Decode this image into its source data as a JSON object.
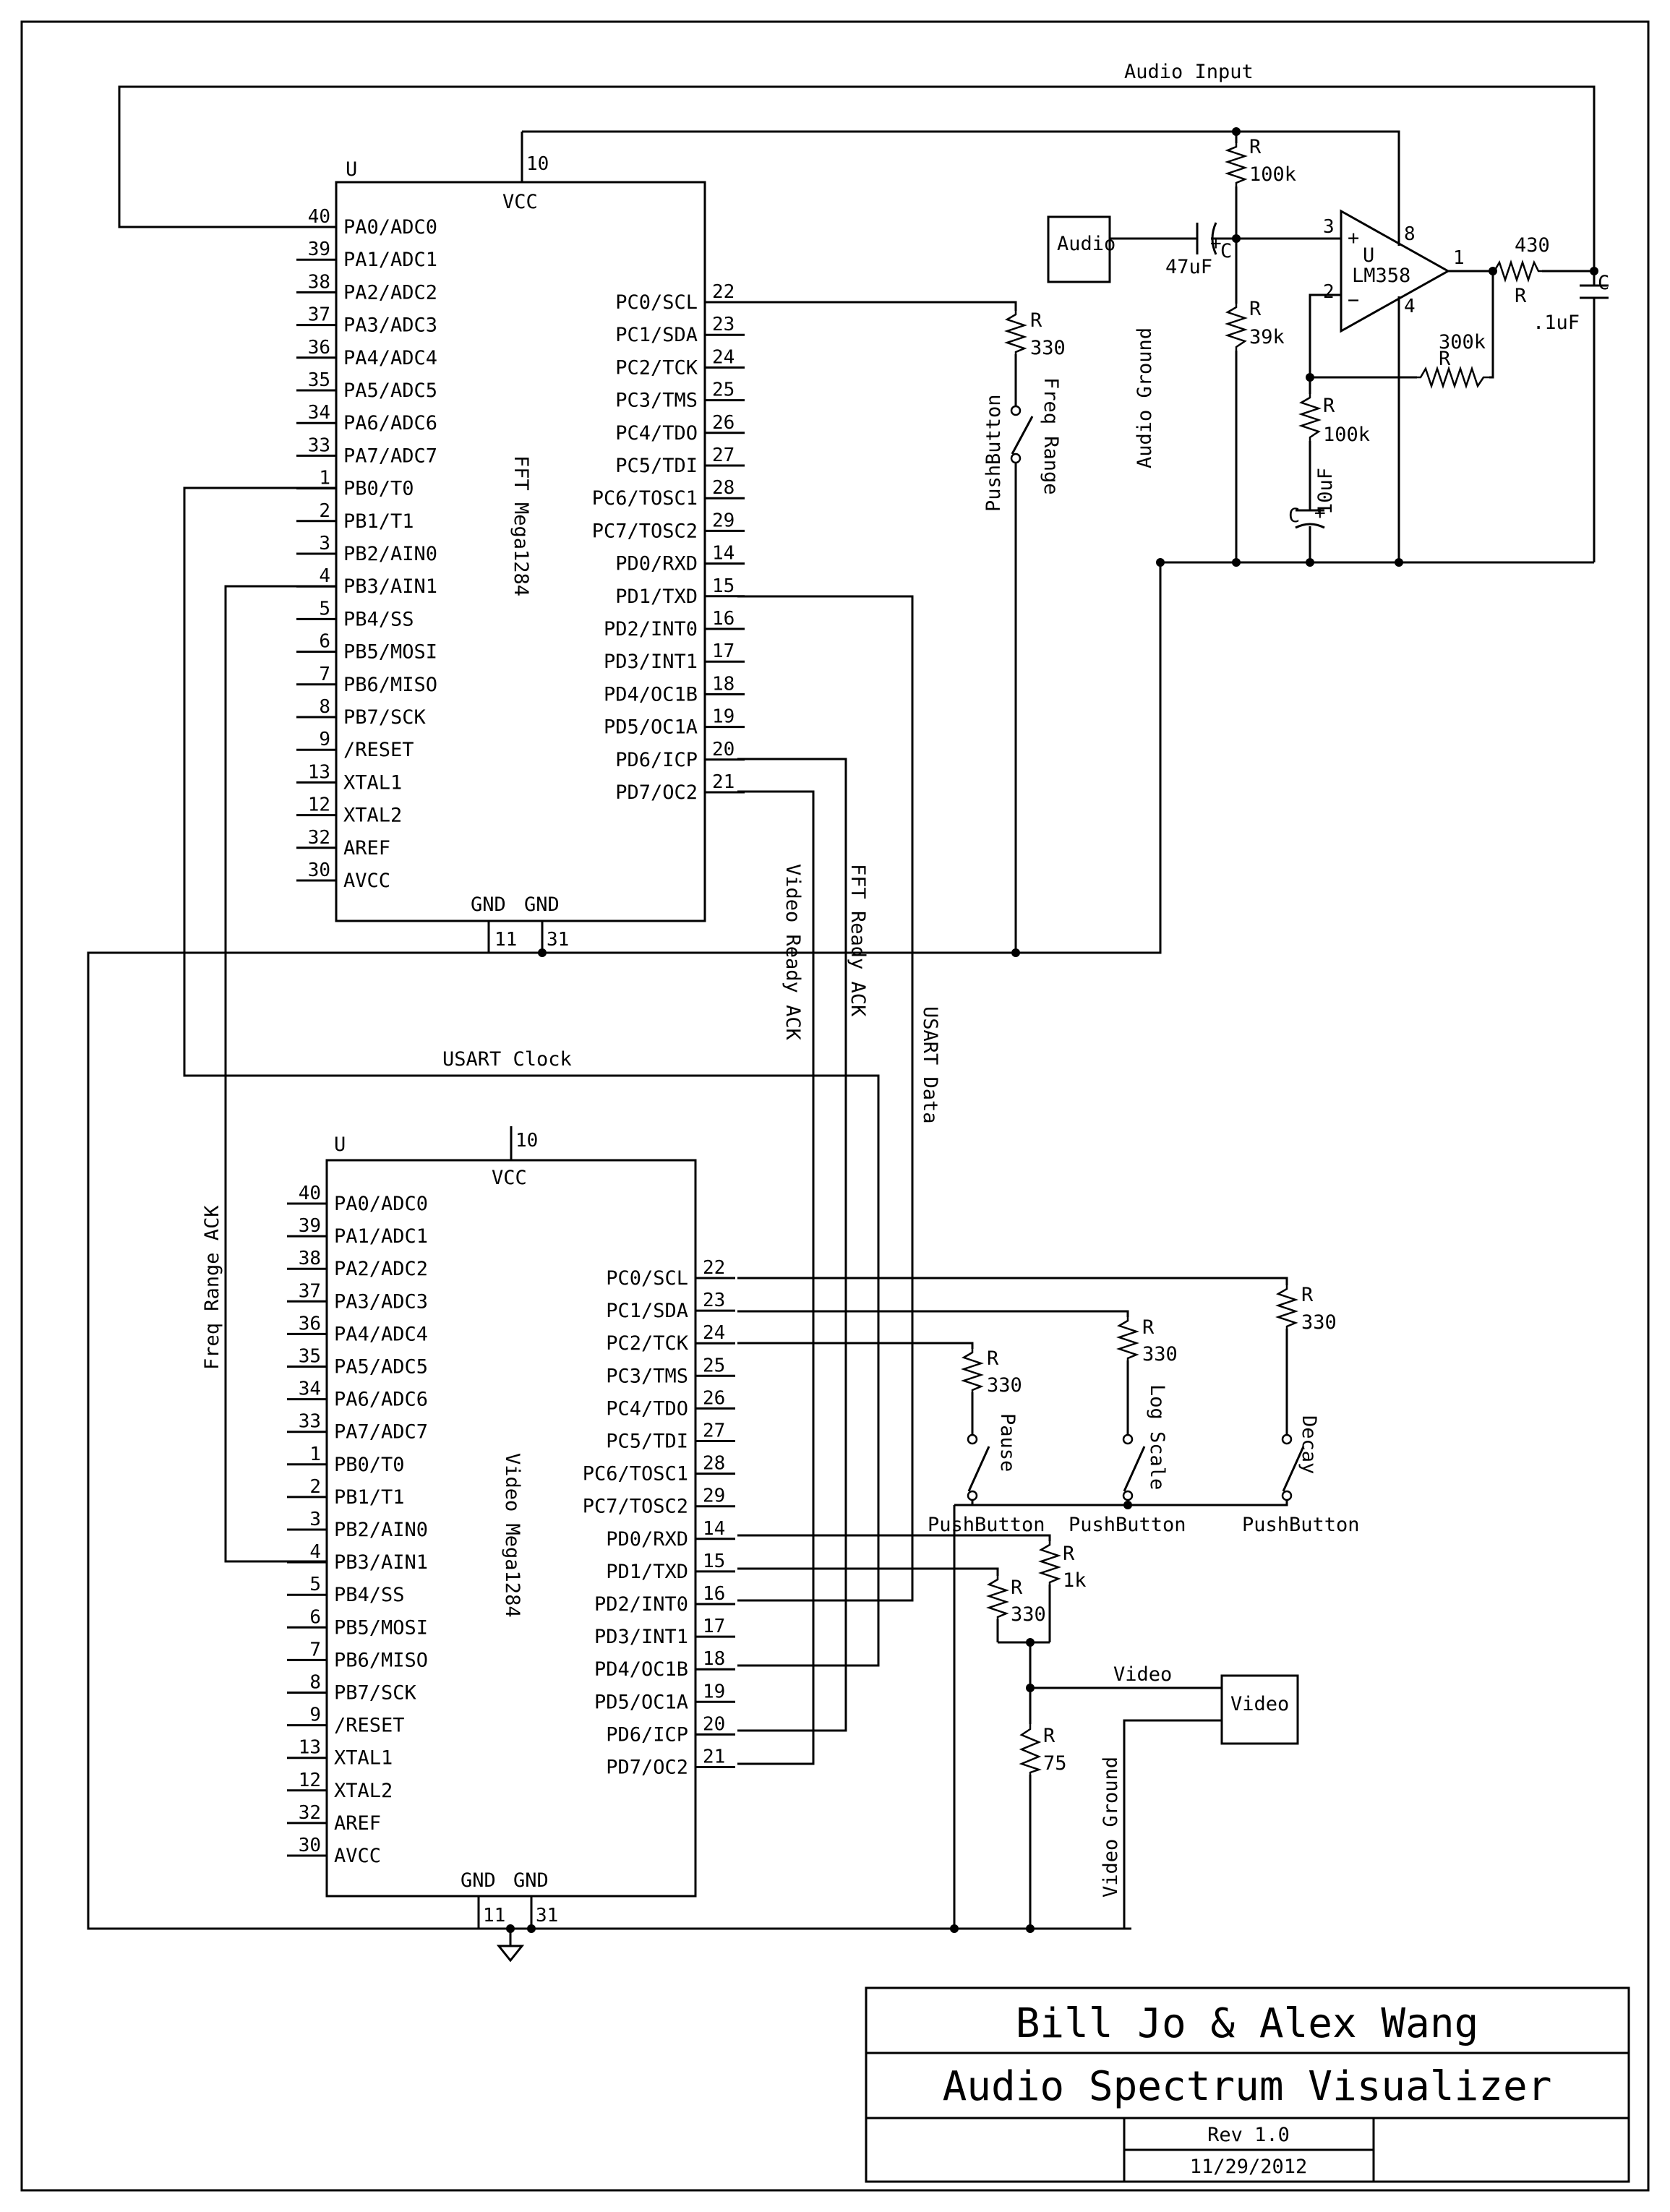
{
  "title_block": {
    "authors": "Bill Jo & Alex Wang",
    "project": "Audio Spectrum Visualizer",
    "revision": "Rev 1.0",
    "date": "11/29/2012"
  },
  "chips": {
    "fft": {
      "ref": "U",
      "name": "FFT Mega1284",
      "vcc_label": "VCC",
      "vcc_pin": "10",
      "gnd_labels": [
        "GND",
        "GND"
      ],
      "gnd_pins": [
        "11",
        "31"
      ],
      "left_pins": [
        {
          "num": "40",
          "name": "PA0/ADC0"
        },
        {
          "num": "39",
          "name": "PA1/ADC1"
        },
        {
          "num": "38",
          "name": "PA2/ADC2"
        },
        {
          "num": "37",
          "name": "PA3/ADC3"
        },
        {
          "num": "36",
          "name": "PA4/ADC4"
        },
        {
          "num": "35",
          "name": "PA5/ADC5"
        },
        {
          "num": "34",
          "name": "PA6/ADC6"
        },
        {
          "num": "33",
          "name": "PA7/ADC7"
        },
        {
          "num": "1",
          "name": "PB0/T0"
        },
        {
          "num": "2",
          "name": "PB1/T1"
        },
        {
          "num": "3",
          "name": "PB2/AIN0"
        },
        {
          "num": "4",
          "name": "PB3/AIN1"
        },
        {
          "num": "5",
          "name": "PB4/SS"
        },
        {
          "num": "6",
          "name": "PB5/MOSI"
        },
        {
          "num": "7",
          "name": "PB6/MISO"
        },
        {
          "num": "8",
          "name": "PB7/SCK"
        },
        {
          "num": "9",
          "name": "/RESET"
        },
        {
          "num": "13",
          "name": "XTAL1"
        },
        {
          "num": "12",
          "name": "XTAL2"
        },
        {
          "num": "32",
          "name": "AREF"
        },
        {
          "num": "30",
          "name": "AVCC"
        }
      ],
      "right_pins": [
        {
          "num": "22",
          "name": "PC0/SCL"
        },
        {
          "num": "23",
          "name": "PC1/SDA"
        },
        {
          "num": "24",
          "name": "PC2/TCK"
        },
        {
          "num": "25",
          "name": "PC3/TMS"
        },
        {
          "num": "26",
          "name": "PC4/TDO"
        },
        {
          "num": "27",
          "name": "PC5/TDI"
        },
        {
          "num": "28",
          "name": "PC6/TOSC1"
        },
        {
          "num": "29",
          "name": "PC7/TOSC2"
        },
        {
          "num": "14",
          "name": "PD0/RXD"
        },
        {
          "num": "15",
          "name": "PD1/TXD"
        },
        {
          "num": "16",
          "name": "PD2/INT0"
        },
        {
          "num": "17",
          "name": "PD3/INT1"
        },
        {
          "num": "18",
          "name": "PD4/OC1B"
        },
        {
          "num": "19",
          "name": "PD5/OC1A"
        },
        {
          "num": "20",
          "name": "PD6/ICP"
        },
        {
          "num": "21",
          "name": "PD7/OC2"
        }
      ]
    },
    "video": {
      "ref": "U",
      "name": "Video Mega1284",
      "vcc_label": "VCC",
      "vcc_pin": "10",
      "gnd_labels": [
        "GND",
        "GND"
      ],
      "gnd_pins": [
        "11",
        "31"
      ],
      "left_pins": [
        {
          "num": "40",
          "name": "PA0/ADC0"
        },
        {
          "num": "39",
          "name": "PA1/ADC1"
        },
        {
          "num": "38",
          "name": "PA2/ADC2"
        },
        {
          "num": "37",
          "name": "PA3/ADC3"
        },
        {
          "num": "36",
          "name": "PA4/ADC4"
        },
        {
          "num": "35",
          "name": "PA5/ADC5"
        },
        {
          "num": "34",
          "name": "PA6/ADC6"
        },
        {
          "num": "33",
          "name": "PA7/ADC7"
        },
        {
          "num": "1",
          "name": "PB0/T0"
        },
        {
          "num": "2",
          "name": "PB1/T1"
        },
        {
          "num": "3",
          "name": "PB2/AIN0"
        },
        {
          "num": "4",
          "name": "PB3/AIN1"
        },
        {
          "num": "5",
          "name": "PB4/SS"
        },
        {
          "num": "6",
          "name": "PB5/MOSI"
        },
        {
          "num": "7",
          "name": "PB6/MISO"
        },
        {
          "num": "8",
          "name": "PB7/SCK"
        },
        {
          "num": "9",
          "name": "/RESET"
        },
        {
          "num": "13",
          "name": "XTAL1"
        },
        {
          "num": "12",
          "name": "XTAL2"
        },
        {
          "num": "32",
          "name": "AREF"
        },
        {
          "num": "30",
          "name": "AVCC"
        }
      ],
      "right_pins": [
        {
          "num": "22",
          "name": "PC0/SCL"
        },
        {
          "num": "23",
          "name": "PC1/SDA"
        },
        {
          "num": "24",
          "name": "PC2/TCK"
        },
        {
          "num": "25",
          "name": "PC3/TMS"
        },
        {
          "num": "26",
          "name": "PC4/TDO"
        },
        {
          "num": "27",
          "name": "PC5/TDI"
        },
        {
          "num": "28",
          "name": "PC6/TOSC1"
        },
        {
          "num": "29",
          "name": "PC7/TOSC2"
        },
        {
          "num": "14",
          "name": "PD0/RXD"
        },
        {
          "num": "15",
          "name": "PD1/TXD"
        },
        {
          "num": "16",
          "name": "PD2/INT0"
        },
        {
          "num": "17",
          "name": "PD3/INT1"
        },
        {
          "num": "18",
          "name": "PD4/OC1B"
        },
        {
          "num": "19",
          "name": "PD5/OC1A"
        },
        {
          "num": "20",
          "name": "PD6/ICP"
        },
        {
          "num": "21",
          "name": "PD7/OC2"
        }
      ]
    }
  },
  "opamp": {
    "ref": "U",
    "name": "LM358",
    "pins": [
      "3",
      "2",
      "8",
      "4",
      "1"
    ],
    "plus": "+",
    "minus": "−"
  },
  "components": {
    "r_100k_top": {
      "ref": "R",
      "value": "100k"
    },
    "r_39k": {
      "ref": "R",
      "value": "39k"
    },
    "r_430": {
      "ref": "R",
      "value": "430"
    },
    "r_300k": {
      "ref": "R",
      "value": "300k"
    },
    "r_100k_fb": {
      "ref": "R",
      "value": "100k"
    },
    "r_freq": {
      "ref": "R",
      "value": "330"
    },
    "c_47uf": {
      "ref": "C",
      "value": "47uF",
      "pol": "+"
    },
    "c_01uf": {
      "ref": "C",
      "value": ".1uF"
    },
    "c_10uf": {
      "ref": "C",
      "value": "10uF",
      "pol": "+"
    },
    "r_pause": {
      "ref": "R",
      "value": "330"
    },
    "r_log": {
      "ref": "R",
      "value": "330"
    },
    "r_decay": {
      "ref": "R",
      "value": "330"
    },
    "r_1k": {
      "ref": "R",
      "value": "1k"
    },
    "r_330_vid": {
      "ref": "R",
      "value": "330"
    },
    "r_75": {
      "ref": "R",
      "value": "75"
    }
  },
  "connectors": {
    "audio": "Audio",
    "video": "Video"
  },
  "buttons": {
    "freq": {
      "type": "PushButton",
      "label": "Freq Range"
    },
    "pause": {
      "type": "PushButton",
      "label": "Pause"
    },
    "log": {
      "type": "PushButton",
      "label": "Log Scale"
    },
    "decay": {
      "type": "PushButton",
      "label": "Decay"
    }
  },
  "nets": {
    "audio_input": "Audio Input",
    "audio_ground": "Audio Ground",
    "usart_clock": "USART Clock",
    "usart_data": "USART Data",
    "video_ready": "Video Ready ACK",
    "fft_ready": "FFT Ready ACK",
    "freq_range_ack": "Freq Range ACK",
    "video": "Video",
    "video_ground": "Video Ground"
  }
}
